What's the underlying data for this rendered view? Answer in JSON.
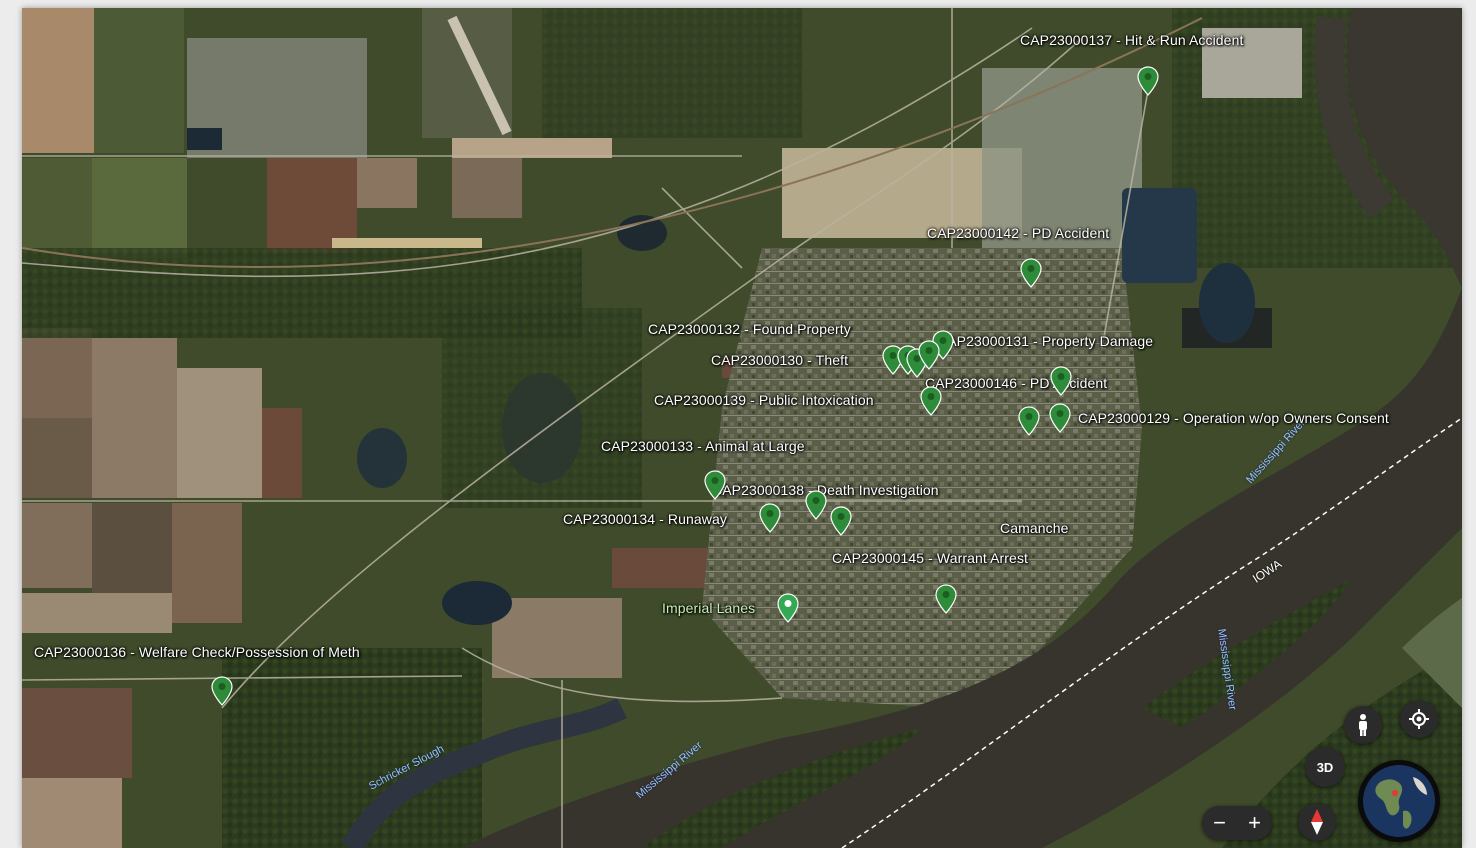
{
  "map": {
    "incidents": [
      {
        "label": "CAP23000137 - Hit & Run Accident"
      },
      {
        "label": "CAP23000142 - PD Accident"
      },
      {
        "label": "CAP23000132 - Found Property"
      },
      {
        "label": "CAP23000131 - Property Damage"
      },
      {
        "label": "CAP23000130 - Theft"
      },
      {
        "label": "CAP23000146 - PD Accident"
      },
      {
        "label": "CAP23000139 - Public Intoxication"
      },
      {
        "label": "CAP23000129 - Operation w/op Owners Consent"
      },
      {
        "label": "CAP23000133 - Animal at Large"
      },
      {
        "label": "CAP23000138 - Death Investigation"
      },
      {
        "label": "CAP23000134 - Runaway"
      },
      {
        "label": "CAP23000145 - Warrant Arrest"
      },
      {
        "label": "CAP23000136 - Welfare Check/Possession of Meth"
      }
    ],
    "places": {
      "town": "Camanche",
      "business": "Imperial Lanes",
      "state": "IOWA",
      "river1": "Mississippi River",
      "river2": "Mississippi River",
      "river3": "Mississippi River",
      "slough": "Schricker Slough"
    },
    "pin_color": "#2e8b3a",
    "business_pin_color": "#34a853"
  },
  "controls": {
    "view_3d": "3D",
    "zoom_in": "+",
    "zoom_out": "−",
    "locate_icon": "crosshair-icon",
    "pegman_icon": "person-icon",
    "compass_icon": "compass-icon",
    "globe_icon": "globe-icon"
  }
}
